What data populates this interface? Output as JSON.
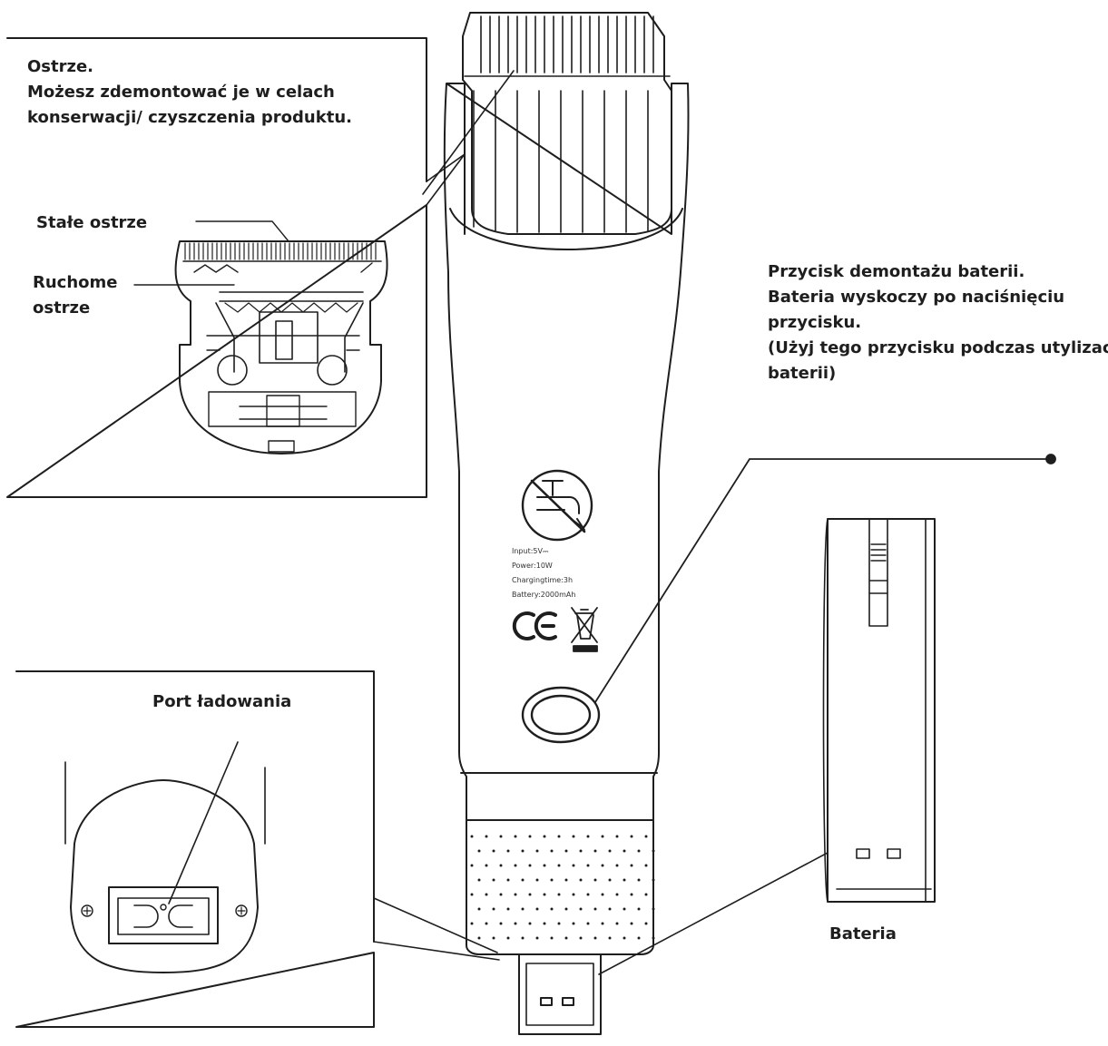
{
  "labels": {
    "blade_title": "Ostrze.",
    "blade_line1": "Możesz zdemontować je w celach",
    "blade_line2": "konserwacji/ czyszczenia produktu.",
    "fixed_blade": "Stałe ostrze",
    "moving_blade_1": "Ruchome",
    "moving_blade_2": "ostrze",
    "button_1": "Przycisk demontażu baterii.",
    "button_2": "Bateria wyskoczy po naciśnięciu",
    "button_3": "przycisku.",
    "button_4": "(Użyj tego przycisku podczas utylizacji",
    "button_5": "baterii)",
    "charging_port": "Port ładowania",
    "battery": "Bateria"
  },
  "spec": {
    "input": "Input:5V⎓",
    "power": "Power:10W",
    "charging": "Chargingtime:3h",
    "battery": "Battery:2000mAh"
  },
  "marks": {
    "ce": "CE",
    "ce_icon": "ce-mark-icon",
    "weee_icon": "crossed-bin-icon",
    "water_icon": "no-water-tap-icon"
  },
  "colors": {
    "ink": "#1e1e1e",
    "background": "#ffffff"
  }
}
